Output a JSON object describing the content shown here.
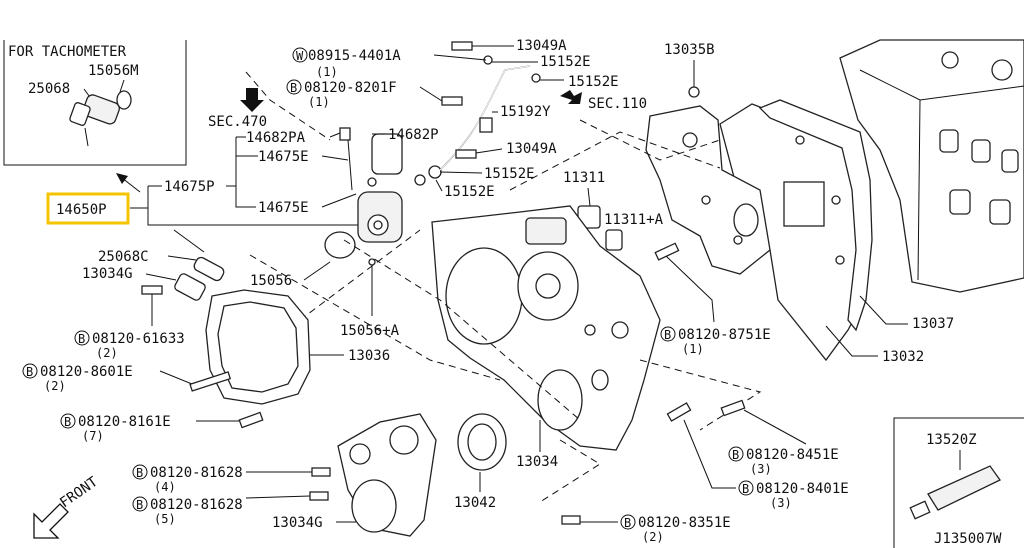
{
  "diagram": {
    "inset_title": "FOR TACHOMETER",
    "labels": {
      "p15056M": "15056M",
      "p25068": "25068",
      "sec470": "SEC.470",
      "sec110": "SEC.110",
      "p14682PA": "14682PA",
      "p14682P": "14682P",
      "p14675E_a": "14675E",
      "p14675E_b": "14675E",
      "p14675P": "14675P",
      "p14650P": "14650P",
      "p08915": "08915-4401A",
      "p08915_qty": "(1)",
      "p08120_8201F": "08120-8201F",
      "p08120_8201F_qty": "(1)",
      "p13049A_a": "13049A",
      "p15152E_a": "15152E",
      "p15152E_b": "15152E",
      "p15192Y": "15192Y",
      "p13049A_b": "13049A",
      "p15152E_c": "15152E",
      "p15152E_d": "15152E",
      "p13035B": "13035B",
      "p11311": "11311",
      "p11311A": "11311+A",
      "p25068C": "25068C",
      "p13034G_a": "13034G",
      "p15056": "15056",
      "p15056A": "15056+A",
      "p08120_61633": "08120-61633",
      "p08120_61633_qty": "(2)",
      "p08120_8601E": "08120-8601E",
      "p08120_8601E_qty": "(2)",
      "p13036": "13036",
      "p08120_8161E": "08120-8161E",
      "p08120_8161E_qty": "(7)",
      "p08120_8751E": "08120-8751E",
      "p08120_8751E_qty": "(1)",
      "p13037": "13037",
      "p13032": "13032",
      "p08120_8451E": "08120-8451E",
      "p08120_8451E_qty": "(3)",
      "p08120_8401E": "08120-8401E",
      "p08120_8401E_qty": "(3)",
      "p08120_81628_a": "08120-81628",
      "p08120_81628_a_qty": "(4)",
      "p08120_81628_b": "08120-81628",
      "p08120_81628_b_qty": "(5)",
      "p13034": "13034",
      "p13042": "13042",
      "p13034G_b": "13034G",
      "p08120_8351E": "08120-8351E",
      "p08120_8351E_qty": "(2)",
      "p13520Z": "13520Z",
      "front": "FRONT",
      "drawing_no": "J135007W"
    },
    "prefix_b": "B",
    "prefix_w": "W",
    "highlight_color": "#f5c400"
  }
}
